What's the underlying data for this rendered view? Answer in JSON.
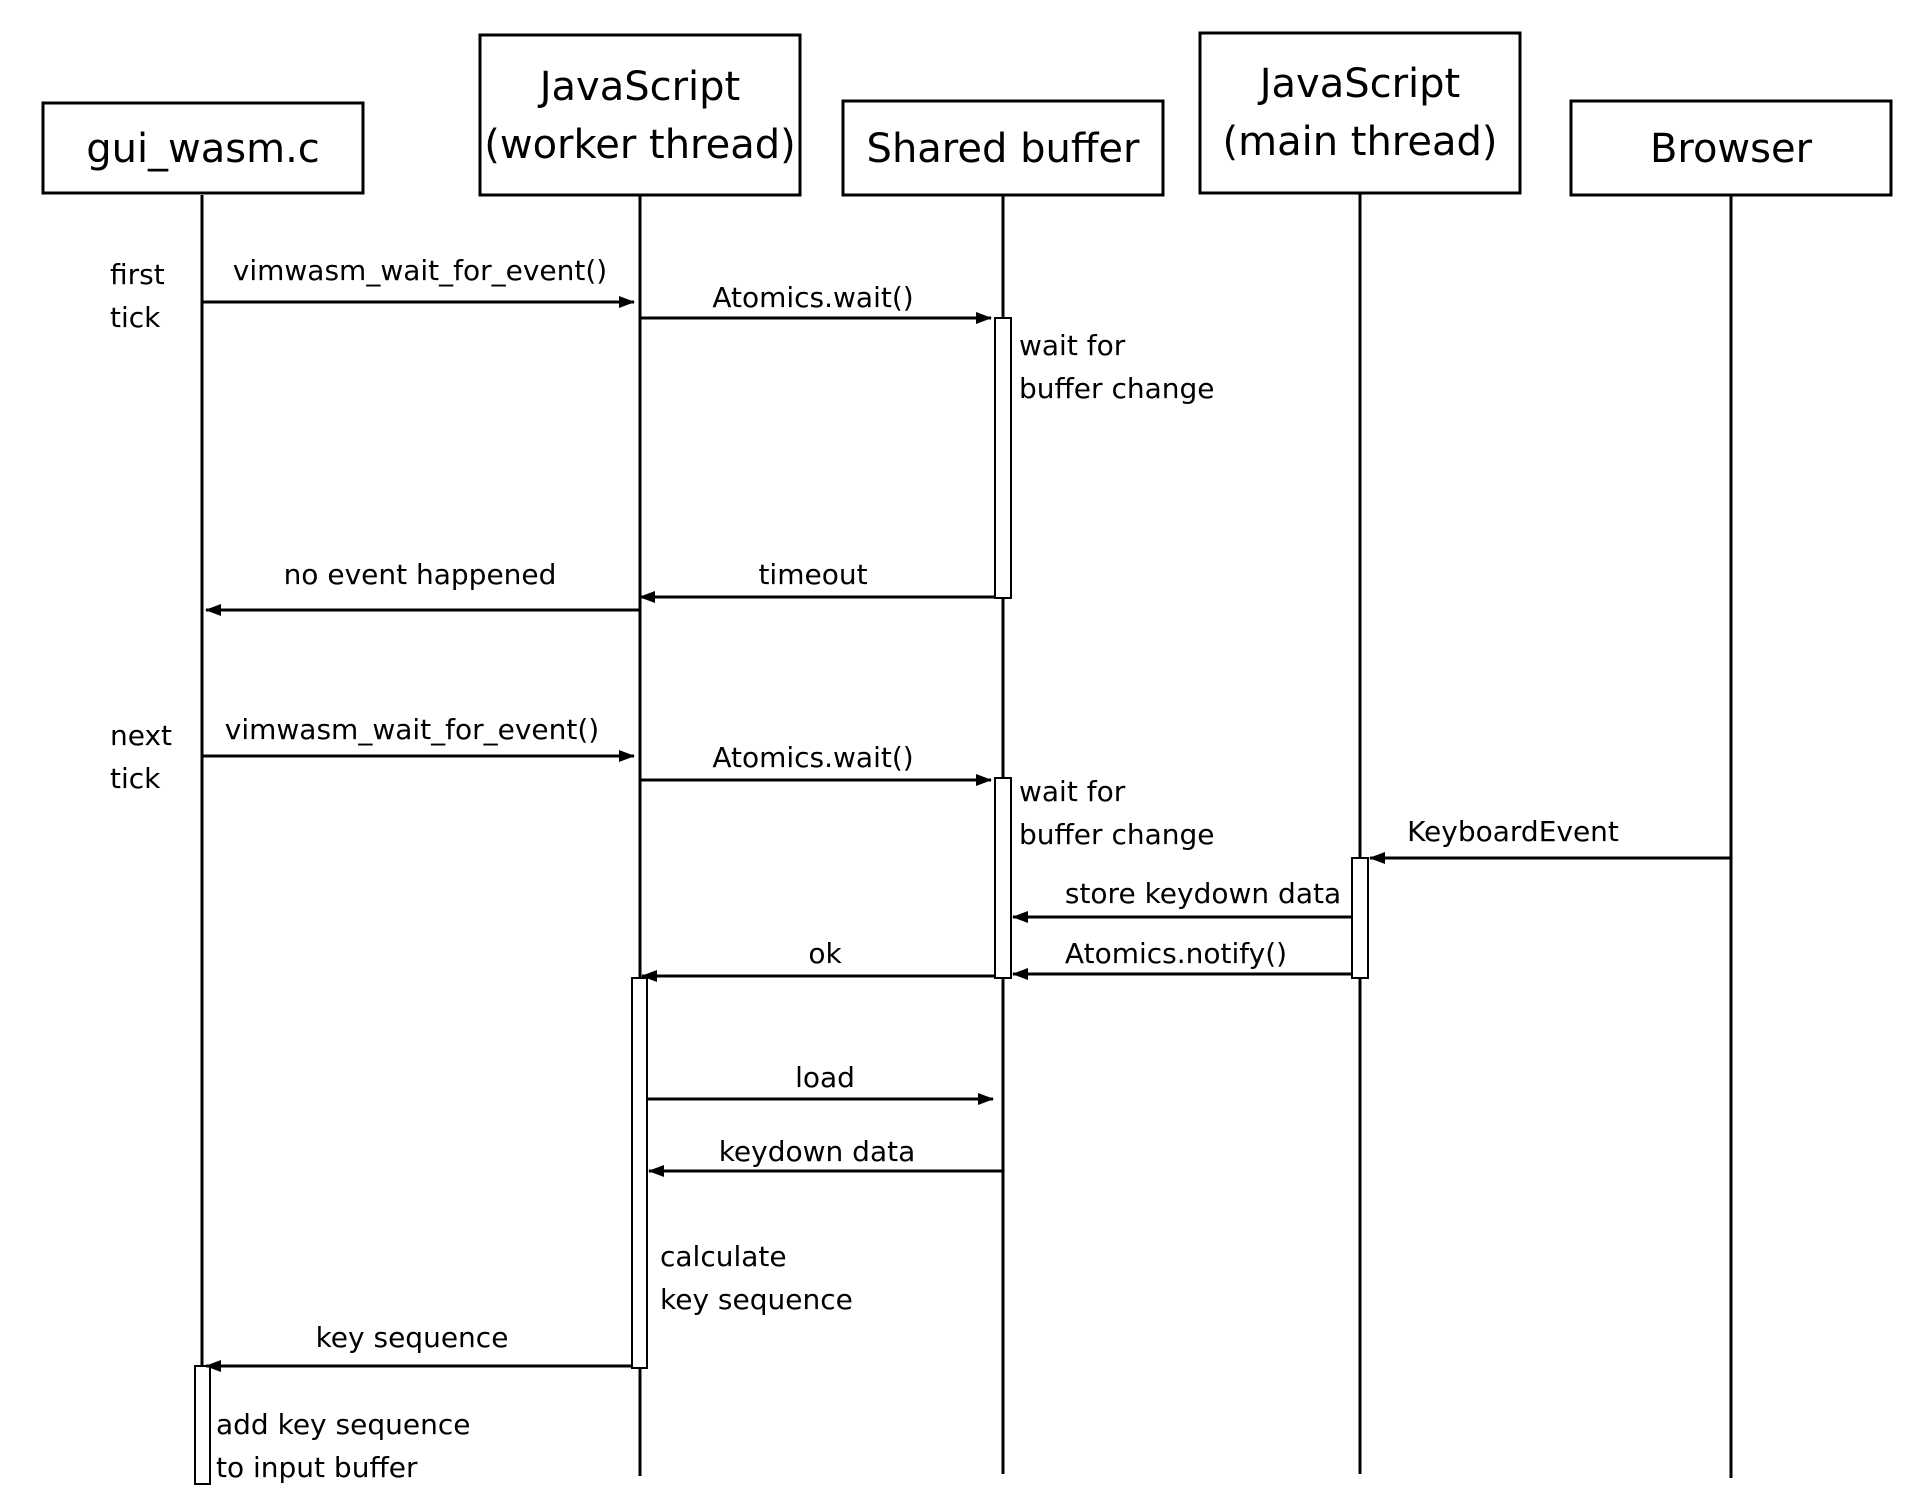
{
  "actors": [
    {
      "id": "gui",
      "lines": [
        "gui_wasm.c"
      ]
    },
    {
      "id": "worker",
      "lines": [
        "JavaScript",
        "(worker thread)"
      ]
    },
    {
      "id": "buffer",
      "lines": [
        "Shared buffer"
      ]
    },
    {
      "id": "main",
      "lines": [
        "JavaScript",
        "(main thread)"
      ]
    },
    {
      "id": "browser",
      "lines": [
        "Browser"
      ]
    }
  ],
  "messages": [
    {
      "id": "m1",
      "from": "gui",
      "to": "worker",
      "label": "vimwasm_wait_for_event()"
    },
    {
      "id": "m2",
      "from": "worker",
      "to": "buffer",
      "label": "Atomics.wait()"
    },
    {
      "id": "m3",
      "from": "buffer",
      "to": "worker",
      "label": "timeout"
    },
    {
      "id": "m4",
      "from": "worker",
      "to": "gui",
      "label": "no event happened"
    },
    {
      "id": "m5",
      "from": "gui",
      "to": "worker",
      "label": "vimwasm_wait_for_event()"
    },
    {
      "id": "m6",
      "from": "worker",
      "to": "buffer",
      "label": "Atomics.wait()"
    },
    {
      "id": "m7",
      "from": "browser",
      "to": "main",
      "label": "KeyboardEvent"
    },
    {
      "id": "m8",
      "from": "main",
      "to": "buffer",
      "label": "store keydown data"
    },
    {
      "id": "m9",
      "from": "main",
      "to": "buffer",
      "label": "Atomics.notify()"
    },
    {
      "id": "m10",
      "from": "buffer",
      "to": "worker",
      "label": "ok"
    },
    {
      "id": "m11",
      "from": "worker",
      "to": "buffer",
      "label": "load"
    },
    {
      "id": "m12",
      "from": "buffer",
      "to": "worker",
      "label": "keydown data"
    },
    {
      "id": "m13",
      "from": "worker",
      "to": "gui",
      "label": "key sequence"
    }
  ],
  "notes": [
    {
      "id": "n1",
      "lines": [
        "first",
        "tick"
      ]
    },
    {
      "id": "n2",
      "lines": [
        "wait for",
        "buffer change"
      ]
    },
    {
      "id": "n3",
      "lines": [
        "next",
        "tick"
      ]
    },
    {
      "id": "n4",
      "lines": [
        "wait for",
        "buffer change"
      ]
    },
    {
      "id": "n5",
      "lines": [
        "calculate",
        "key sequence"
      ]
    },
    {
      "id": "n6",
      "lines": [
        "add key sequence",
        "to input buffer"
      ]
    }
  ]
}
